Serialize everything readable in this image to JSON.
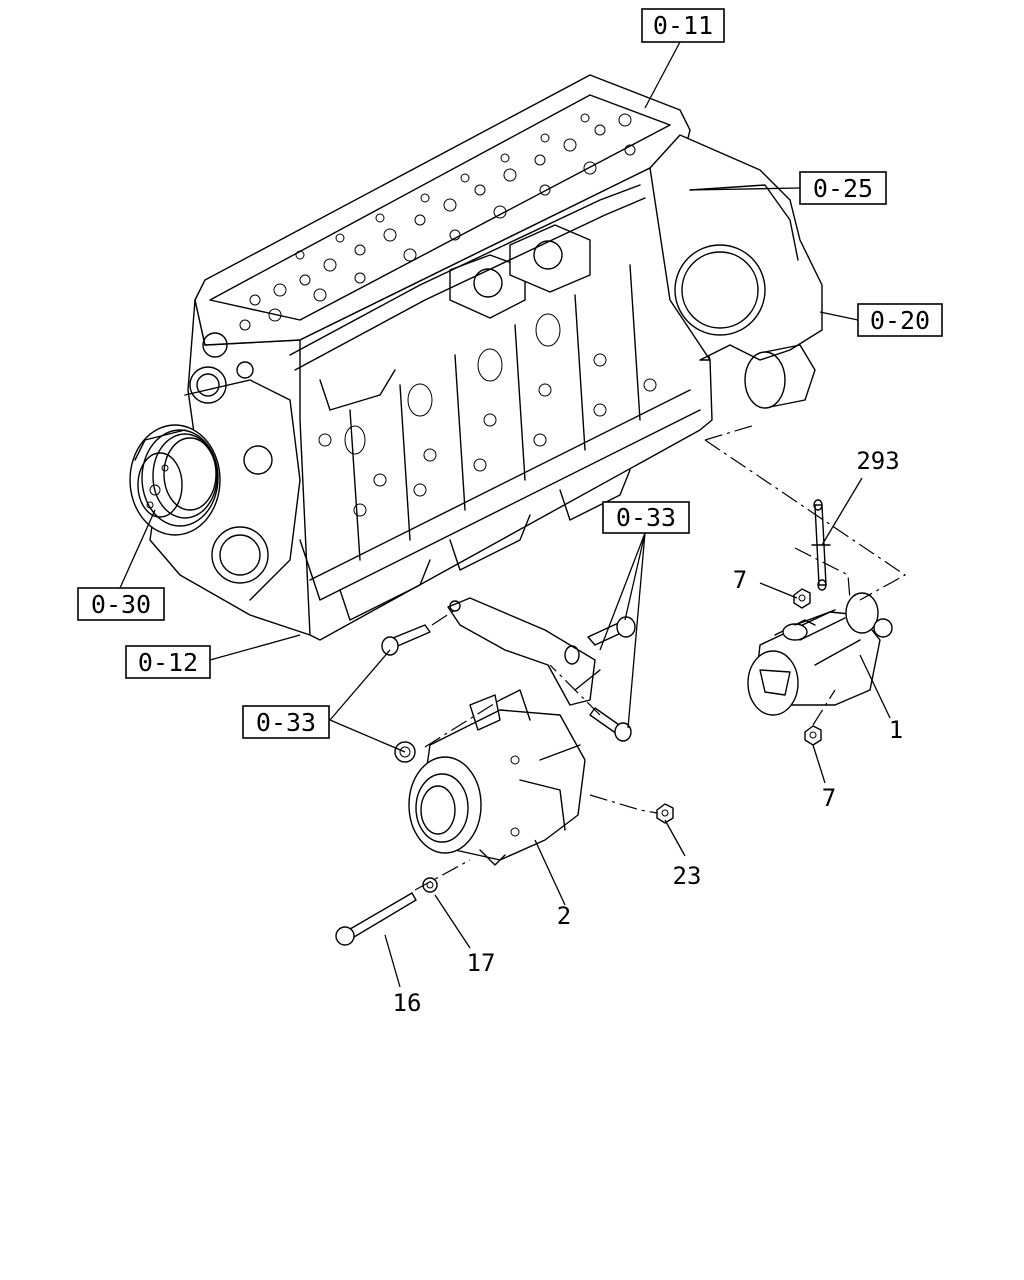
{
  "references": {
    "r_0_11": "0-11",
    "r_0_25": "0-25",
    "r_0_20": "0-20",
    "r_0_30": "0-30",
    "r_0_12": "0-12",
    "r_0_33_top": "0-33",
    "r_0_33_left": "0-33"
  },
  "callouts": {
    "c_293": "293",
    "c_7_upper": "7",
    "c_1": "1",
    "c_7_lower": "7",
    "c_23": "23",
    "c_2": "2",
    "c_17": "17",
    "c_16": "16"
  }
}
